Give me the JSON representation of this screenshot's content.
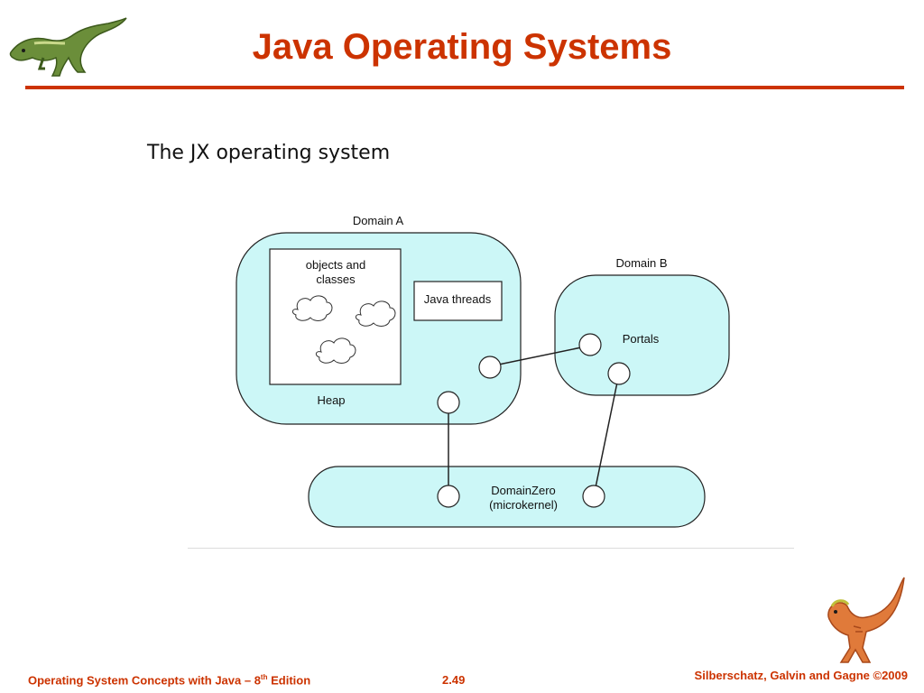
{
  "slide": {
    "title": "Java Operating Systems",
    "subtitle": "The JX operating system"
  },
  "diagram": {
    "domain_a": {
      "label": "Domain A",
      "heap_box_label_line1": "objects and",
      "heap_box_label_line2": "classes",
      "threads_label": "Java threads",
      "heap_label": "Heap"
    },
    "domain_b": {
      "label": "Domain B",
      "portals_label": "Portals"
    },
    "domain_zero": {
      "label_line1": "DomainZero",
      "label_line2": "(microkernel)"
    },
    "colors": {
      "domain_fill": "#ccf7f7",
      "stroke": "#222222"
    }
  },
  "footer": {
    "left_prefix": "Operating System Concepts  with Java – 8",
    "left_sup": "th",
    "left_suffix": " Edition",
    "page": "2.49",
    "right": "Silberschatz, Galvin and Gagne ©2009"
  },
  "icons": [
    "dinosaur-logo-icon",
    "dinosaur-mascot-icon"
  ],
  "theme": {
    "accent": "#cc3300"
  }
}
